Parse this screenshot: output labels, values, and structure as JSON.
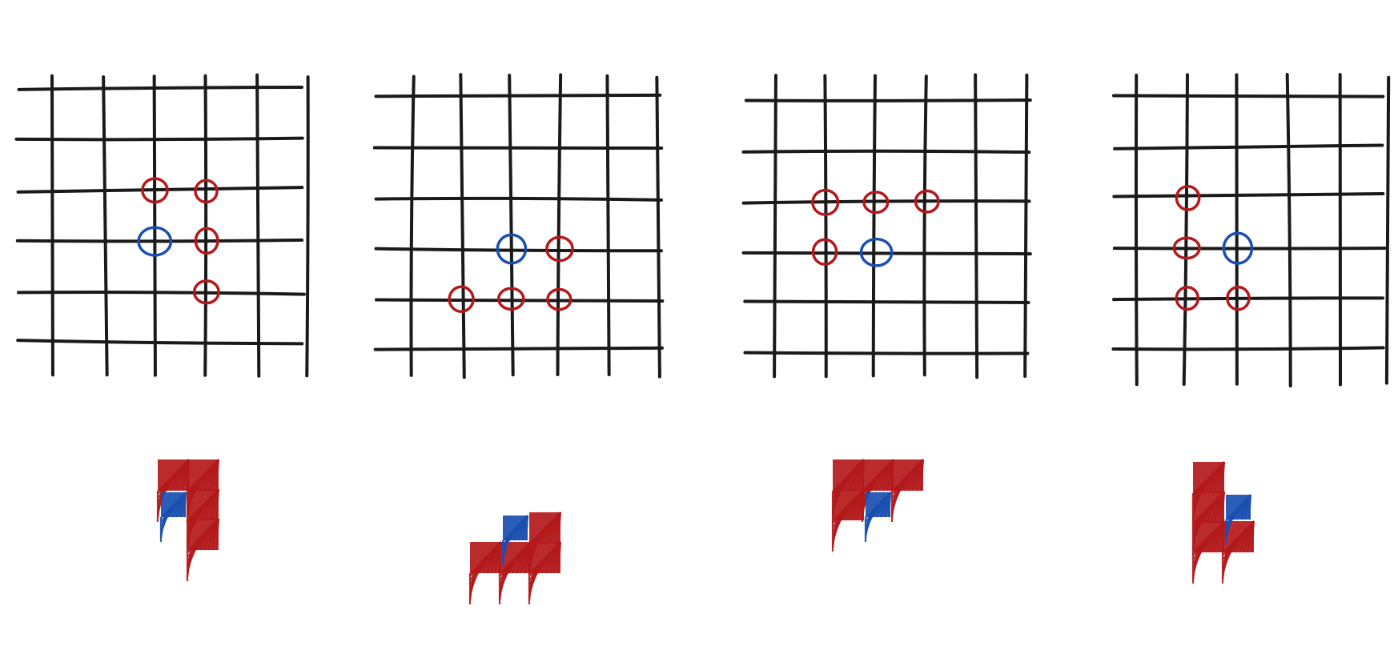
{
  "colors": {
    "grid": "#1a1a1a",
    "red": "#b3191b",
    "blue": "#1a4fb0",
    "background": "#ffffff"
  },
  "grid_size": {
    "cols": 6,
    "rows": 6
  },
  "panels": [
    {
      "id": "panel-1",
      "red_points": [
        [
          2,
          2
        ],
        [
          3,
          2
        ],
        [
          3,
          3
        ],
        [
          3,
          4
        ]
      ],
      "blue_point": [
        2,
        3
      ]
    },
    {
      "id": "panel-2",
      "red_points": [
        [
          3,
          3
        ],
        [
          1,
          4
        ],
        [
          2,
          4
        ],
        [
          3,
          4
        ]
      ],
      "blue_point": [
        2,
        3
      ]
    },
    {
      "id": "panel-3",
      "red_points": [
        [
          1,
          2
        ],
        [
          2,
          2
        ],
        [
          3,
          2
        ],
        [
          1,
          3
        ]
      ],
      "blue_point": [
        2,
        3
      ]
    },
    {
      "id": "panel-4",
      "red_points": [
        [
          1,
          2
        ],
        [
          1,
          3
        ],
        [
          1,
          4
        ],
        [
          2,
          4
        ]
      ],
      "blue_point": [
        2,
        3
      ]
    }
  ]
}
